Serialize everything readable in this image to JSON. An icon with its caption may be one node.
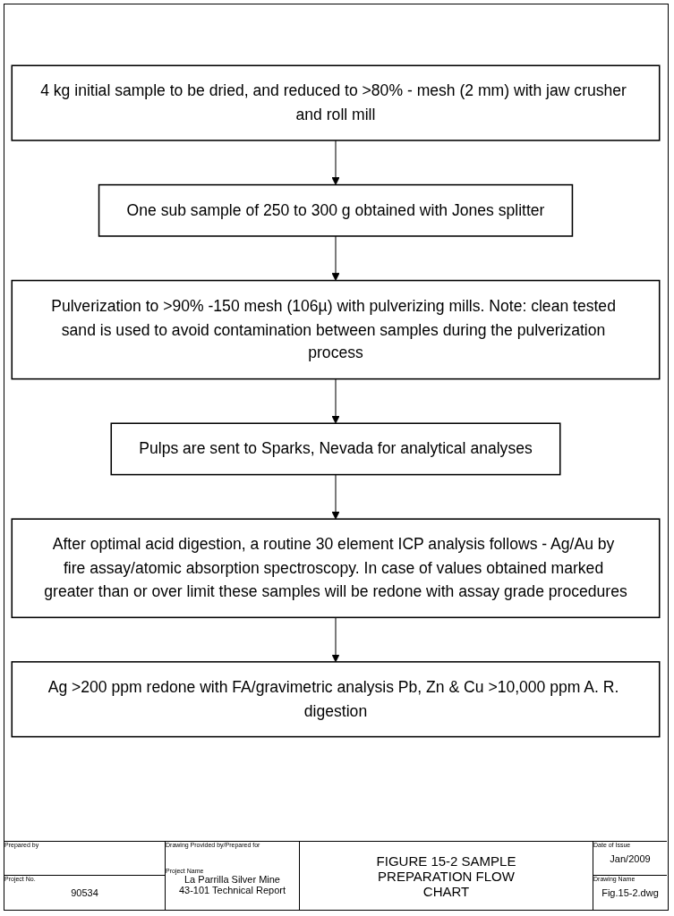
{
  "diagram": {
    "title": "FIGURE 15-2 SAMPLE PREPARATION FLOW CHART",
    "nodes": [
      {
        "text": [
          "4 kg initial sample to be dried, and reduced to >80% - mesh (2 mm) with jaw crusher and roll mill"
        ]
      },
      {
        "text": [
          "One sub sample of 250 to 300 g obtained with Jones splitter"
        ]
      },
      {
        "text": [
          "Pulverization to >90% -150 mesh (106µ) with pulverizing mills. Note: clean tested sand is used to avoid contamination between samples during the pulverization process"
        ]
      },
      {
        "text": [
          "Pulps are sent to Sparks, Nevada for analytical analyses"
        ]
      },
      {
        "text": [
          "After optimal acid digestion, a routine 30 element ICP analysis follows - Ag/Au by fire assay/atomic absorption spectroscopy. In case of values obtained marked greater than or over limit these samples will be redone with assay grade procedures"
        ]
      },
      {
        "text": [
          "Ag >200 ppm redone with FA/gravimetric analysis Pb, Zn & Cu >10,000 ppm A. R. digestion"
        ]
      }
    ],
    "edges": [
      {
        "from": 0,
        "to": 1,
        "arrow": "to"
      },
      {
        "from": 1,
        "to": 2,
        "arrow": "to"
      },
      {
        "from": 2,
        "to": 3,
        "arrow": "to"
      },
      {
        "from": 3,
        "to": 4,
        "arrow": "to"
      },
      {
        "from": 4,
        "to": 5,
        "arrow": "to"
      }
    ],
    "labels": [
      "Prepared by",
      "Drawing Provided by/Prepared for",
      "Project Name",
      "La Parrilla Silver Mine",
      "43-101 Technical Report",
      "Project No.",
      "90534",
      "Date of Issue",
      "Jan/2009",
      "Drawing Name",
      "Fig.15-2.dwg"
    ]
  }
}
